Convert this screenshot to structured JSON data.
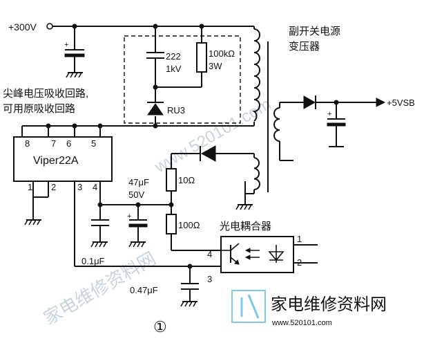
{
  "labels": {
    "supply": "+300V",
    "transformer_line1": "副开关电源",
    "transformer_line2": "变压器",
    "snubber_line1": "尖峰电压吸收回路,",
    "snubber_line2": "可用原吸收回路",
    "output": "+5VSB",
    "ic": "Viper22A",
    "optocoupler": "光电耦合器",
    "figure_number": "①"
  },
  "components": {
    "c_snub_value": "222",
    "c_snub_rating": "1kV",
    "r_snub_value": "100kΩ",
    "r_snub_rating": "3W",
    "diode_snub": "RU3",
    "c_vdd_value": "47μF",
    "c_vdd_rating": "50V",
    "r_10": "10Ω",
    "r_100": "100Ω",
    "c_01": "0.1μF",
    "c_047": "0.47μF"
  },
  "pins": {
    "p8": "8",
    "p7": "7",
    "p6": "6",
    "p5": "5",
    "p1": "1",
    "p2": "2",
    "p3": "3",
    "p4": "4",
    "opto1": "1",
    "opto2": "2",
    "opto3": "3",
    "opto4": "4"
  },
  "watermark": {
    "brand": "家电维修资料网",
    "url": "www.520101.com"
  }
}
